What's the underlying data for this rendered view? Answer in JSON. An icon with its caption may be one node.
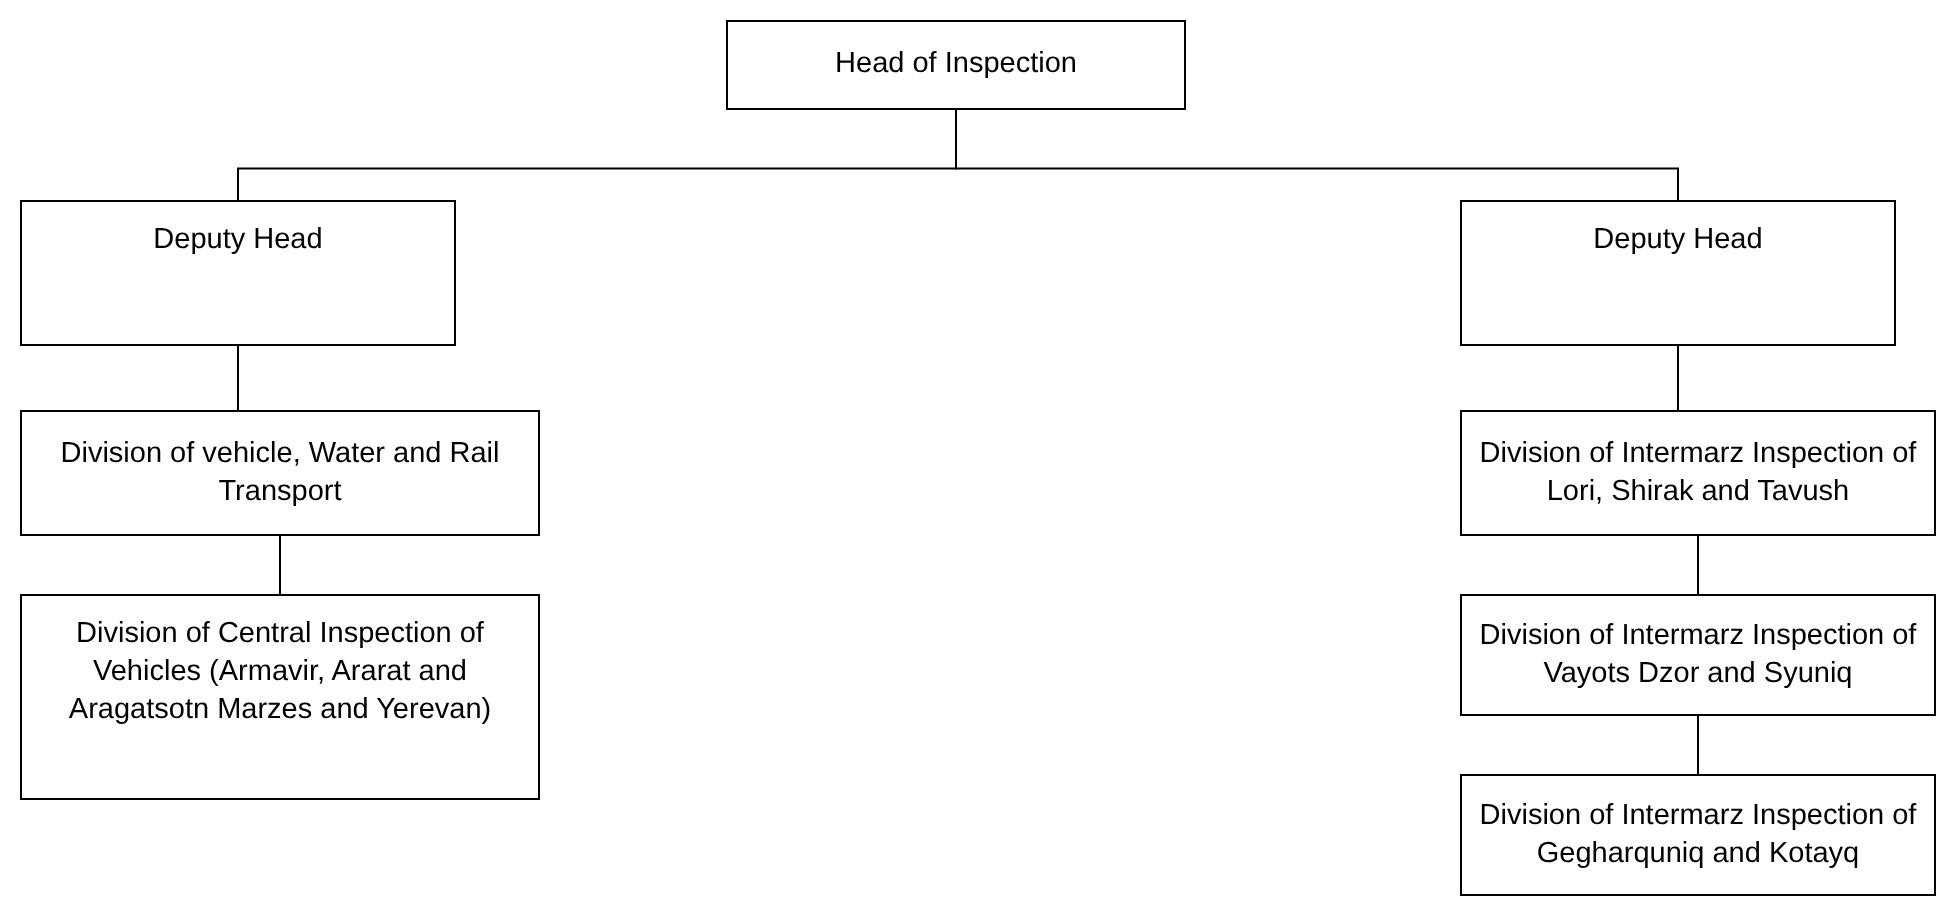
{
  "diagram": {
    "nodes": [
      {
        "text": [
          "Head of Inspection"
        ]
      },
      {
        "text": [
          "Deputy Head"
        ]
      },
      {
        "text": [
          "Division of vehicle, Water and Rail Transport"
        ]
      },
      {
        "text": [
          "Division of Central Inspection of Vehicles (Armavir, Ararat and Aragatsotn Marzes and Yerevan)"
        ]
      },
      {
        "text": [
          "Deputy Head"
        ]
      },
      {
        "text": [
          "Division of Intermarz Inspection of Lori, Shirak and Tavush"
        ]
      },
      {
        "text": [
          "Division of Intermarz Inspection of Vayots Dzor and Syuniq"
        ]
      },
      {
        "text": [
          "Division of Intermarz Inspection of Gegharquniq and Kotayq"
        ]
      }
    ],
    "edges": [
      {
        "from": 0,
        "to": 1,
        "arrow": "none"
      },
      {
        "from": 0,
        "to": 4,
        "arrow": "none"
      },
      {
        "from": 1,
        "to": 2,
        "arrow": "none"
      },
      {
        "from": 2,
        "to": 3,
        "arrow": "none"
      },
      {
        "from": 4,
        "to": 5,
        "arrow": "none"
      },
      {
        "from": 5,
        "to": 6,
        "arrow": "none"
      },
      {
        "from": 6,
        "to": 7,
        "arrow": "none"
      }
    ]
  }
}
